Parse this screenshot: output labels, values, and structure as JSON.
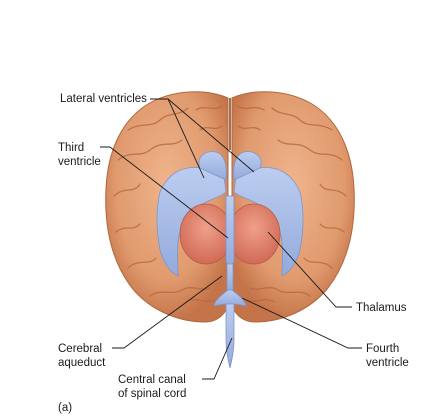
{
  "figure": {
    "panel_label": "(a)",
    "labels": {
      "lateral_ventricles": "Lateral ventricles",
      "third_ventricle": [
        "Third",
        "ventricle"
      ],
      "thalamus": "Thalamus",
      "cerebral_aqueduct": [
        "Cerebral",
        "aqueduct"
      ],
      "fourth_ventricle": [
        "Fourth",
        "ventricle"
      ],
      "central_canal": [
        "Central canal",
        "of spinal cord"
      ]
    },
    "colors": {
      "cortex": "#e09a6e",
      "cortex_dark": "#b8643c",
      "ventricle": "#a9bde3",
      "ventricle_dark": "#7d94c8",
      "thalamus": "#e07a68",
      "label_text": "#1a1a1a"
    }
  }
}
